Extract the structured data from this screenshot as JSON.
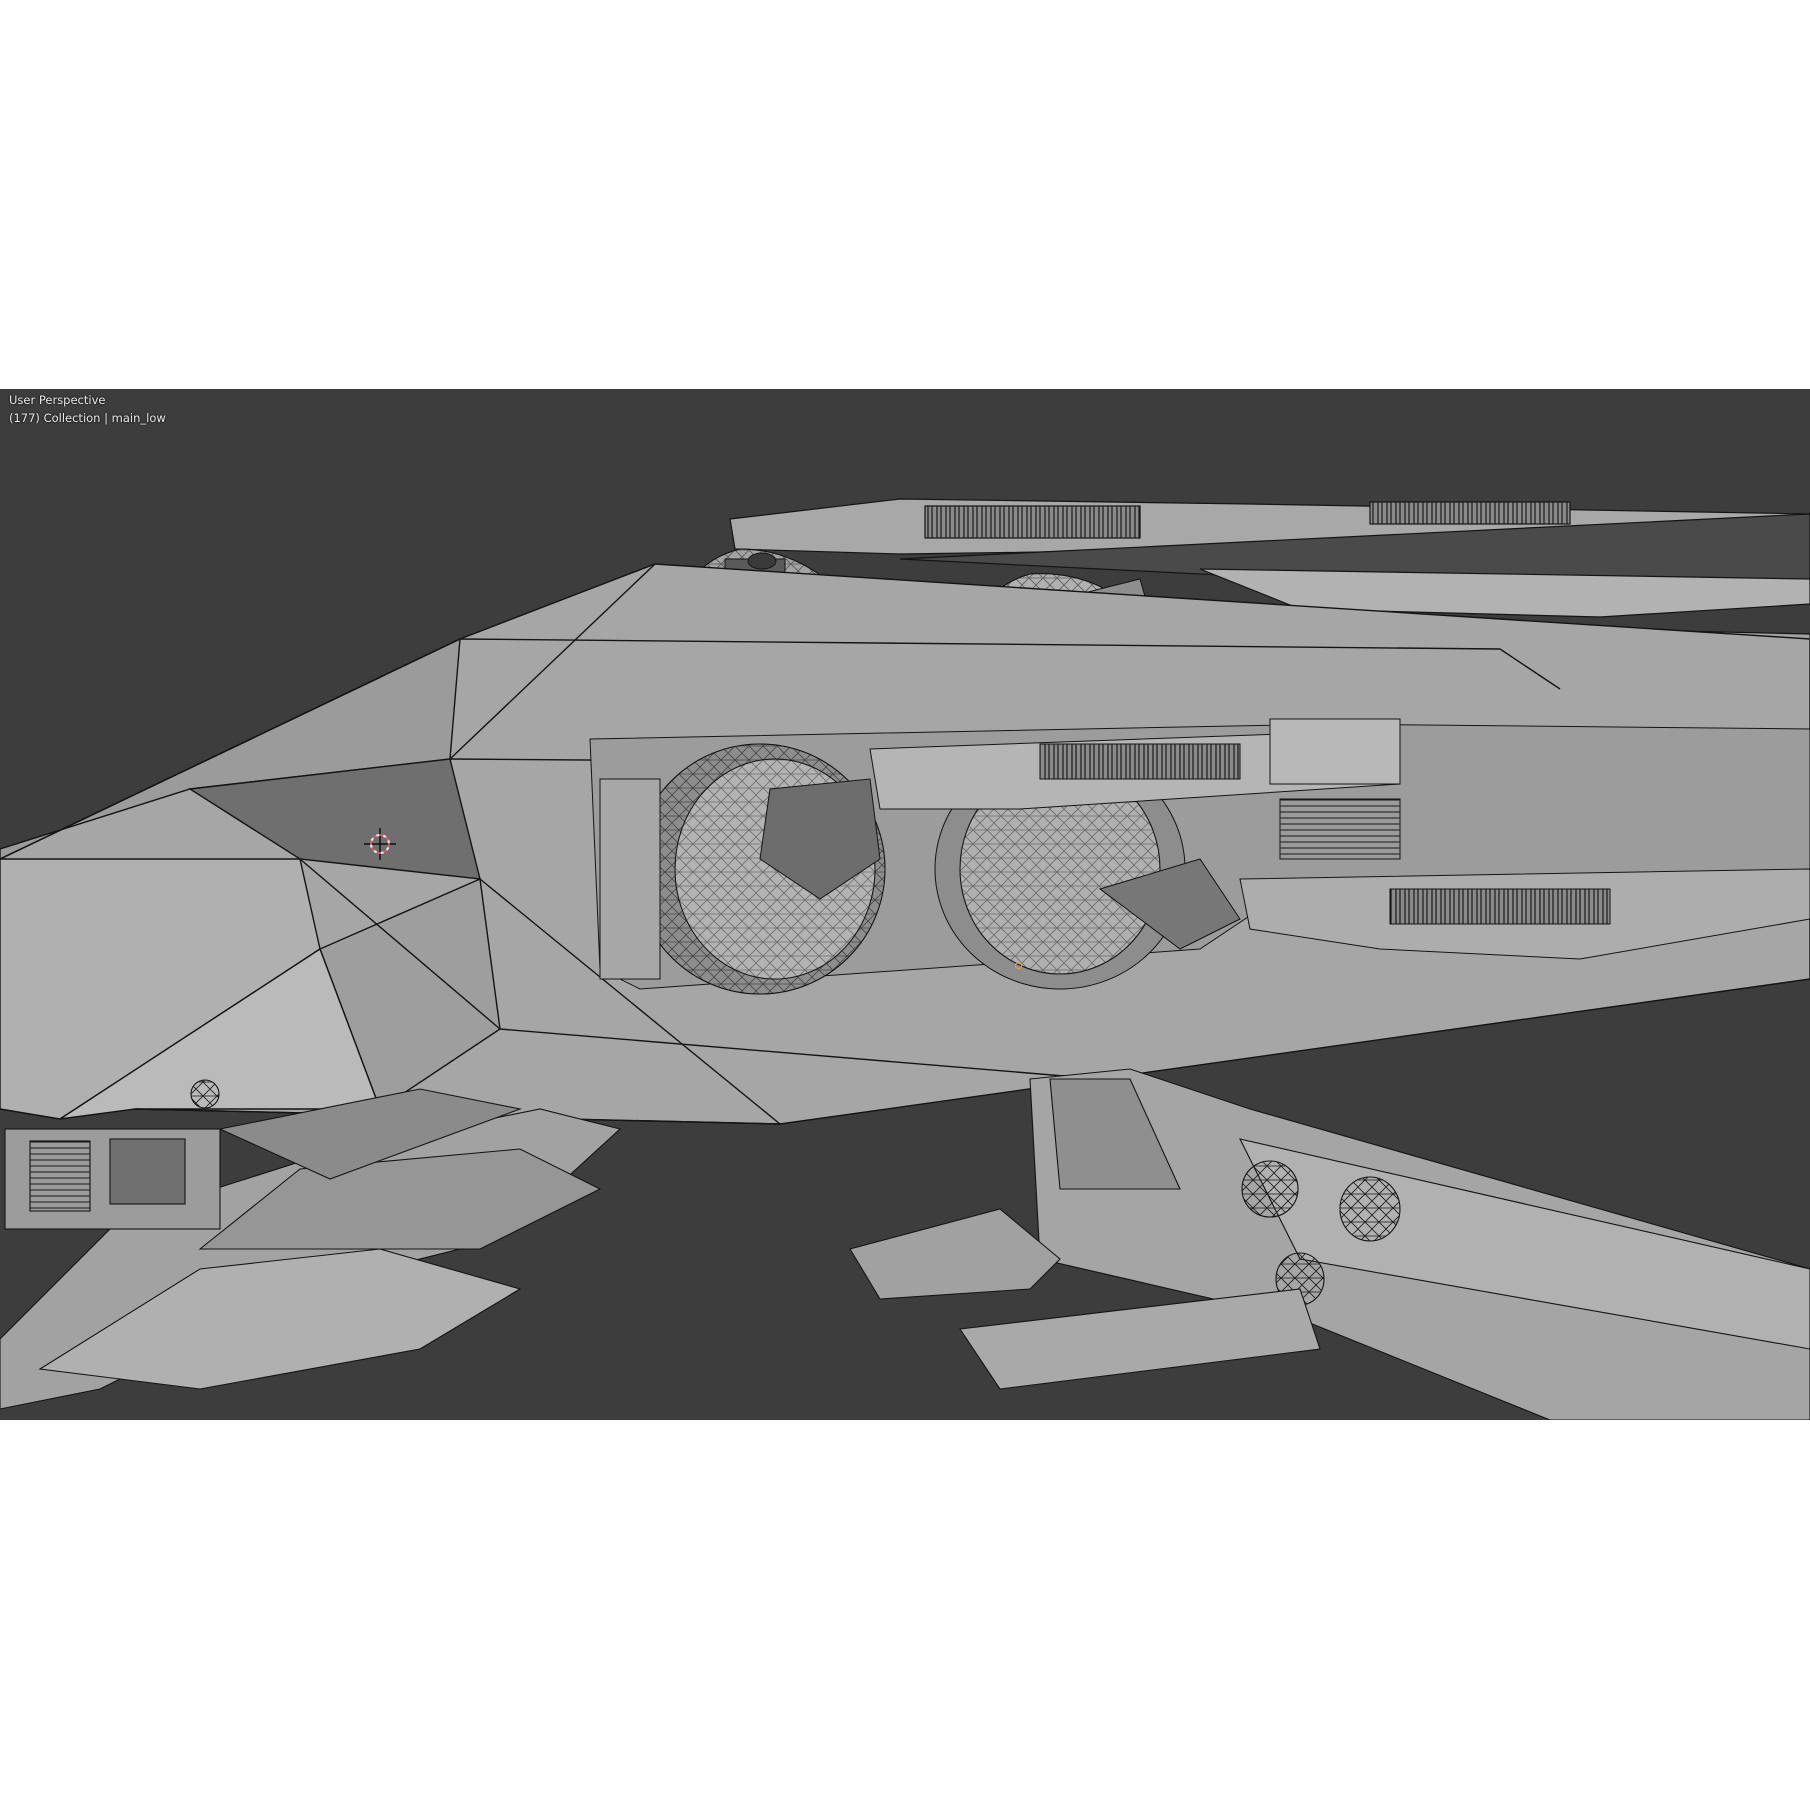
{
  "viewport": {
    "view_name": "User Perspective",
    "collection_info": "(177) Collection | main_low",
    "shading": "solid-with-wireframe",
    "background_color": "#3d3d3d",
    "mesh_color": "#a9a9a9",
    "wire_color": "#141414",
    "cursor_color": "#e05a5a",
    "origin_color": "#ff9a1f"
  },
  "icons": {
    "cursor": "3d-cursor-icon",
    "origin": "object-origin-icon"
  }
}
